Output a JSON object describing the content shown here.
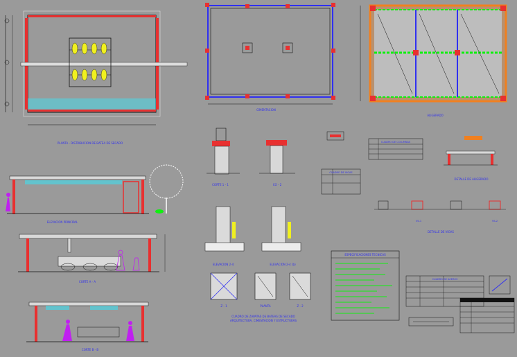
{
  "sheet": {
    "background": "#9a9a9a",
    "colors": {
      "wall": "#e83030",
      "blue": "#3030f0",
      "cyan": "#40e0f0",
      "green": "#10f010",
      "yellow": "#f0f020",
      "orange": "#f08020",
      "magenta": "#c020f0",
      "white": "#ffffff",
      "black": "#111111",
      "dark": "#3a3a3a"
    }
  },
  "drawings": {
    "plan": {
      "title": "PLANTA - DISTRIBUCION DE BATEA DE SECADO"
    },
    "foundation": {
      "title": "CIMENTACION"
    },
    "roof": {
      "title": "ALIGERADO"
    },
    "front_elevation": {
      "title": "ELEVACION PRINCIPAL"
    },
    "section_aa": {
      "title": "CORTE A - A"
    },
    "section_bb": {
      "title": "CORTE B - B"
    },
    "cut_1": {
      "title": "CORTE 1 - 1"
    },
    "cut_2": {
      "title": "CO - 2"
    },
    "elev_24": {
      "title": "ELEVACION 2-4"
    },
    "elev_24b": {
      "title": "ELEVACION 2-4 (b)"
    },
    "z1": {
      "title": "Z - 1"
    },
    "plate": {
      "title": "PLANTA"
    },
    "z2": {
      "title": "Z - 2"
    },
    "beam_detail": {
      "title": "DETALLE DE ALIGERADO"
    },
    "beam_sections": {
      "title": "DETALLE DE VIGAS"
    },
    "vs1": {
      "title": "VS-1"
    },
    "vs2": {
      "title": "VS-2"
    },
    "specs": {
      "title": "ESPECIFICACIONES TECNICAS"
    },
    "column_table": {
      "title": "CUADRO DE COLUMNAS"
    },
    "beam_table": {
      "title": "CUADRO DE VIGAS"
    },
    "stair_table": {
      "title": "CUADRO DE ACEROS"
    }
  },
  "title_block": {
    "line1": "CUADRO DE ZAPATAS DE BATEAS DE SECADO",
    "line2": "ARQUITECTURA, CIMENTACION Y ESTRUCTURAS"
  }
}
